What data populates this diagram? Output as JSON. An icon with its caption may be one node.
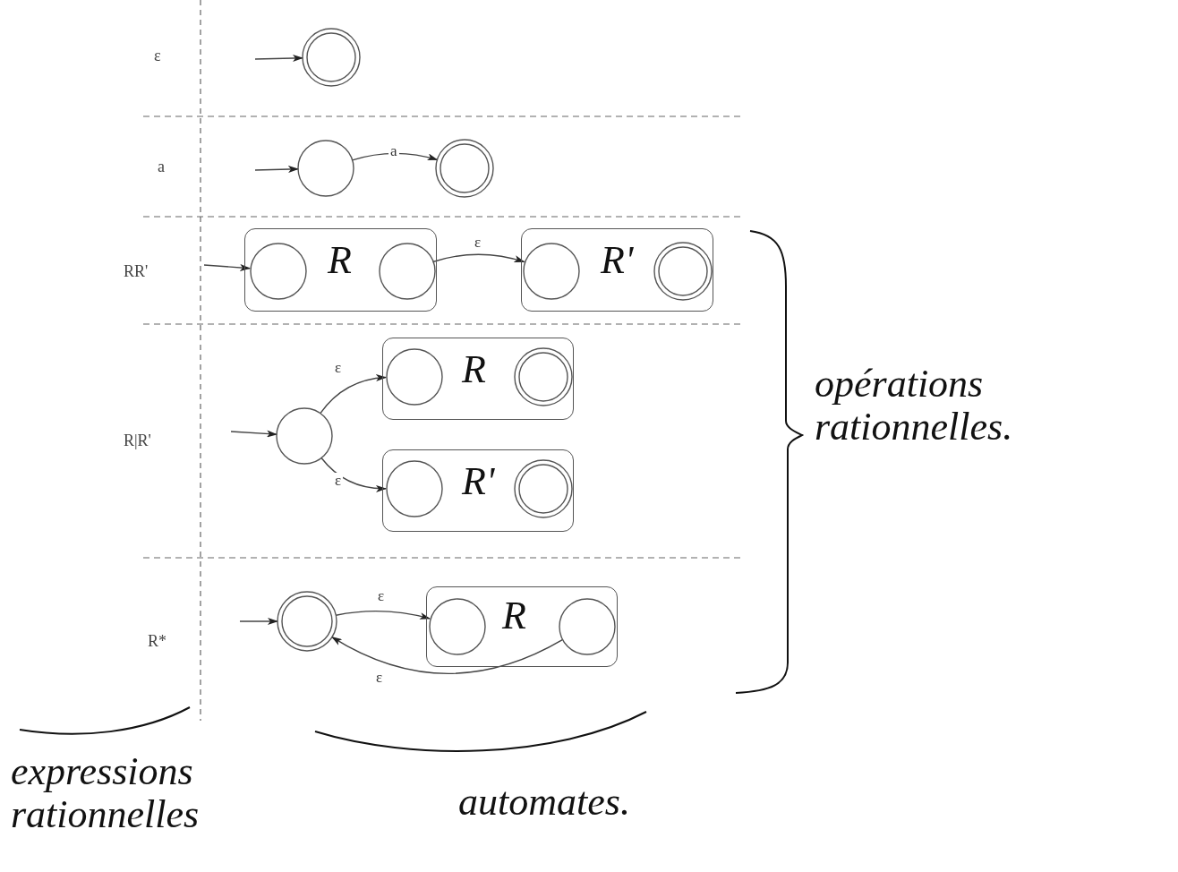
{
  "diagram": {
    "nodes": [
      {
        "text": [],
        "shape": "circle"
      },
      {
        "text": [],
        "shape": "circle"
      },
      {
        "text": [],
        "shape": "circle"
      },
      {
        "text": [
          "R"
        ]
      },
      {
        "text": [],
        "shape": "circle",
        "in": 3
      },
      {
        "text": [],
        "shape": "circle",
        "in": 3
      },
      {
        "text": [
          "R'"
        ]
      },
      {
        "text": [],
        "shape": "circle",
        "in": 6
      },
      {
        "text": [],
        "shape": "circle",
        "in": 6
      },
      {
        "text": [],
        "shape": "circle"
      },
      {
        "text": [
          "R"
        ]
      },
      {
        "text": [],
        "shape": "circle",
        "in": 10
      },
      {
        "text": [],
        "shape": "circle",
        "in": 10
      },
      {
        "text": [
          "R'"
        ]
      },
      {
        "text": [],
        "shape": "circle",
        "in": 13
      },
      {
        "text": [],
        "shape": "circle",
        "in": 13
      },
      {
        "text": [],
        "shape": "circle"
      },
      {
        "text": [
          "R"
        ]
      },
      {
        "text": [],
        "shape": "circle",
        "in": 17
      },
      {
        "text": [],
        "shape": "circle",
        "in": 17
      }
    ],
    "edges": [
      {
        "from": null,
        "to": 0,
        "arrow": "to"
      },
      {
        "from": null,
        "to": 1,
        "arrow": "to"
      },
      {
        "from": 1,
        "to": 2,
        "arrow": "to",
        "label": "a"
      },
      {
        "from": null,
        "to": 4,
        "arrow": "to"
      },
      {
        "from": 5,
        "to": 7,
        "arrow": "to",
        "label": "ε"
      },
      {
        "from": null,
        "to": 9,
        "arrow": "to"
      },
      {
        "from": 9,
        "to": 11,
        "arrow": "to",
        "label": "ε"
      },
      {
        "from": 9,
        "to": 14,
        "arrow": "to",
        "label": "ε"
      },
      {
        "from": null,
        "to": 16,
        "arrow": "to"
      },
      {
        "from": 16,
        "to": 18,
        "arrow": "to",
        "label": "ε"
      },
      {
        "from": 19,
        "to": 16,
        "arrow": "to",
        "label": "ε"
      }
    ],
    "labels": [
      "ε",
      "a",
      "RR'",
      "R|R'",
      "opérations rationnelles.",
      "R*",
      "expressions rationnelles",
      "automates."
    ]
  }
}
